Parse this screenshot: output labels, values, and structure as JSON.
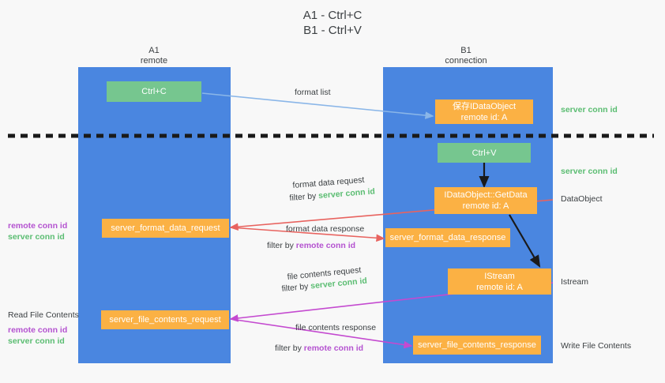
{
  "title": {
    "line1": "A1 - Ctrl+C",
    "line2": "B1 - Ctrl+V"
  },
  "lanes": [
    {
      "id": "a1",
      "name": "A1",
      "subtitle": "remote",
      "color": "#4a86e0"
    },
    {
      "id": "b1",
      "name": "B1",
      "subtitle": "connection",
      "color": "#4a86e0"
    }
  ],
  "colors": {
    "lane": "#4a86e0",
    "green_node": "#76c68f",
    "orange_node": "#fbb144",
    "server_conn_id": "#5bbd72",
    "remote_conn_id": "#b452d0",
    "arrow_blue": "#8ab6e8",
    "arrow_red": "#e8635f",
    "arrow_magenta": "#c44ad0",
    "arrow_black": "#1a1a1a",
    "background": "#f8f8f8"
  },
  "nodes": {
    "ctrl_c": {
      "label": "Ctrl+C",
      "style": "green"
    },
    "save_idataobject": {
      "line1": "保存IDataObject",
      "line2": "remote id: A",
      "style": "orange"
    },
    "ctrl_v": {
      "label": "Ctrl+V",
      "style": "green"
    },
    "getdata": {
      "line1": "IDataObject::GetData",
      "line2": "remote id: A",
      "style": "orange"
    },
    "server_format_data_request": {
      "label": "server_format_data_request",
      "style": "orange"
    },
    "server_format_data_response": {
      "label": "server_format_data_response",
      "style": "orange"
    },
    "istream": {
      "line1": "IStream",
      "line2": "remote id: A",
      "style": "orange"
    },
    "server_file_contents_request": {
      "label": "server_file_contents_request",
      "style": "orange"
    },
    "server_file_contents_response": {
      "label": "server_file_contents_response",
      "style": "orange"
    }
  },
  "edge_labels": {
    "format_list": "format list",
    "format_data_request": "format data request",
    "format_data_request_filter_prefix": "filter by ",
    "format_data_request_filter_value": "server conn id",
    "format_data_response": "format data response",
    "format_data_response_filter_prefix": "filter by ",
    "format_data_response_filter_value": "remote conn id",
    "file_contents_request": "file contents request",
    "file_contents_request_filter_prefix": "filter by ",
    "file_contents_request_filter_value": "server conn id",
    "file_contents_response": "file contents response",
    "file_contents_response_filter_prefix": "filter by ",
    "file_contents_response_filter_value": "remote conn id"
  },
  "right_notes": {
    "server_conn_id_top": "server conn id",
    "server_conn_id_mid": "server conn id",
    "dataobject": "DataObject",
    "istream": "Istream",
    "write_file_contents": "Write File Contents"
  },
  "left_notes": {
    "format_remote": "remote conn id",
    "format_server": "server conn id",
    "read_file_contents": "Read File Contents",
    "file_remote": "remote conn id",
    "file_server": "server conn id"
  }
}
